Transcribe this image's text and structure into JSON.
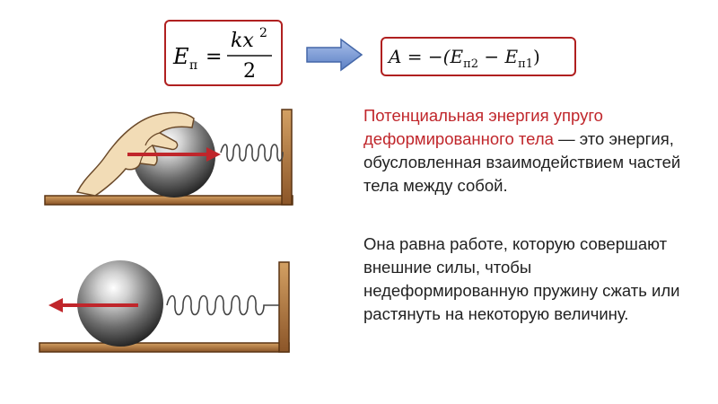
{
  "formula_potential": {
    "lhs_symbol": "E",
    "lhs_subscript": "п",
    "equals": "=",
    "numerator": "kx",
    "exponent": "2",
    "denominator": "2"
  },
  "formula_work": {
    "text_a": "A = −(E",
    "sub1": "п2",
    "minus": " − E",
    "sub2": "п1",
    "close": ")"
  },
  "definition": {
    "term": "Потенциальная энергия упруго деформированного тела",
    "rest": " — это энергия, обусловленная взаимодействием частей тела между собой."
  },
  "work_statement": "Она равна работе, которую совершают внешние силы, чтобы недеформированную пружину сжать или растянуть на некоторую величину.",
  "colors": {
    "accent_red": "#c0262b",
    "frame_red": "#b02020",
    "arrow_blue": "#5b7fc4",
    "wood": "#b0763e"
  },
  "illustrations": [
    {
      "name": "compressed-spring-scene",
      "force_direction": "right",
      "hand_visible": true
    },
    {
      "name": "released-spring-scene",
      "force_direction": "left",
      "hand_visible": false
    }
  ]
}
